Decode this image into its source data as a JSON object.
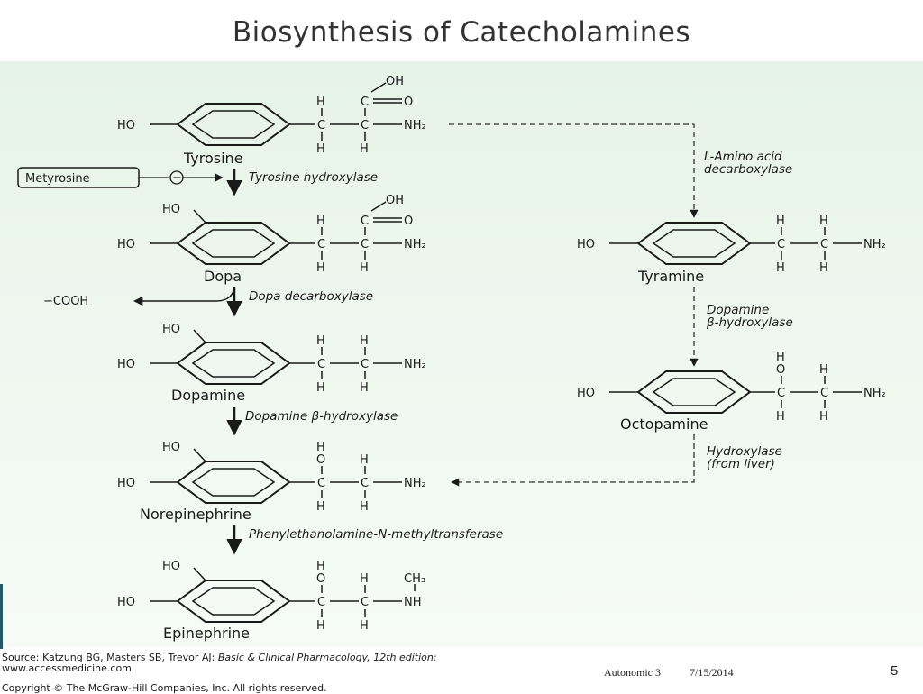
{
  "slide": {
    "title": "Biosynthesis of Catecholamines",
    "footer_course": "Autonomic 3",
    "footer_date": "7/15/2014",
    "page_number": "5"
  },
  "source": {
    "prefix": "Source: Katzung BG, Masters SB, Trevor AJ: ",
    "book": "Basic & Clinical Pharmacology, 12th edition:",
    "url": "www.accessmedicine.com",
    "copyright": "Copyright © The McGraw-Hill Companies, Inc. All rights reserved."
  },
  "compounds": {
    "tyrosine": "Tyrosine",
    "dopa": "Dopa",
    "dopamine": "Dopamine",
    "norepinephrine": "Norepinephrine",
    "epinephrine": "Epinephrine",
    "tyramine": "Tyramine",
    "octopamine": "Octopamine"
  },
  "enzymes": {
    "tyrosine_hydroxylase": "Tyrosine hydroxylase",
    "dopa_decarboxylase": "Dopa decarboxylase",
    "dopamine_b_hydroxylase": "Dopamine β-hydroxylase",
    "pnmt": "Phenylethanolamine-N-methyltransferase",
    "l_amino_1": "L-Amino acid",
    "l_amino_2": "decarboxylase",
    "dbh_right_1": "Dopamine",
    "dbh_right_2": "β-hydroxylase",
    "hydroxylase_1": "Hydroxylase",
    "hydroxylase_2": "(from liver)"
  },
  "inhibitor": {
    "name": "Metyrosine",
    "symbol": "−"
  },
  "side_product": "−COOH",
  "atoms": {
    "HO": "HO",
    "OH": "OH",
    "H": "H",
    "C": "C",
    "O": "O",
    "N": "N",
    "NH2": "NH₂",
    "NH": "NH",
    "CH3": "CH₃"
  }
}
